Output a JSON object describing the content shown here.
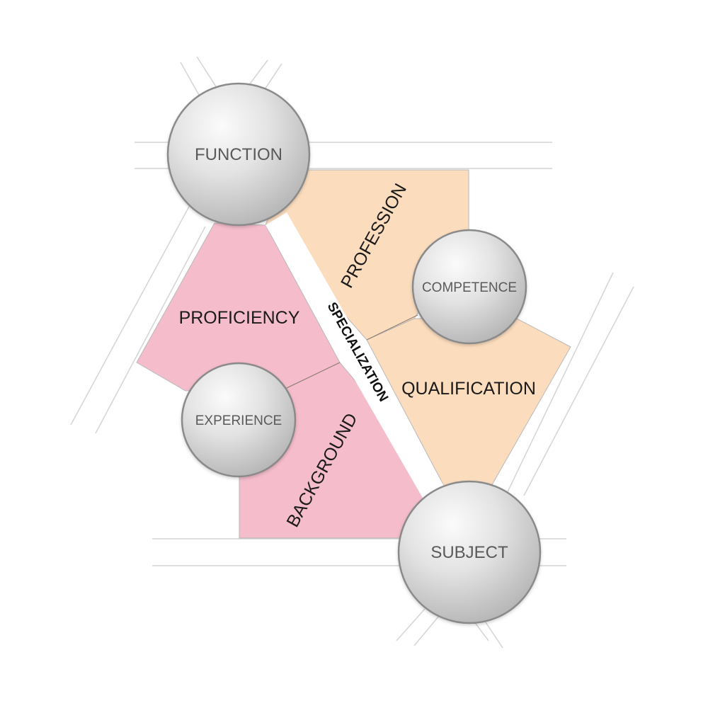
{
  "diagram": {
    "nodes": {
      "function": "FUNCTION",
      "competence": "COMPETENCE",
      "experience": "EXPERIENCE",
      "subject": "SUBJECT"
    },
    "regions": {
      "profession": "PROFESSION",
      "proficiency": "PROFICIENCY",
      "qualification": "QUALIFICATION",
      "background": "BACKGROUND"
    },
    "band": "SPECIALIZATION"
  },
  "colors": {
    "pink": "#f5bccb",
    "peach": "#fbdcbd",
    "node_fill": "#d9d9d9",
    "node_stroke": "#8a8a8a",
    "line": "#cfcfcf"
  }
}
